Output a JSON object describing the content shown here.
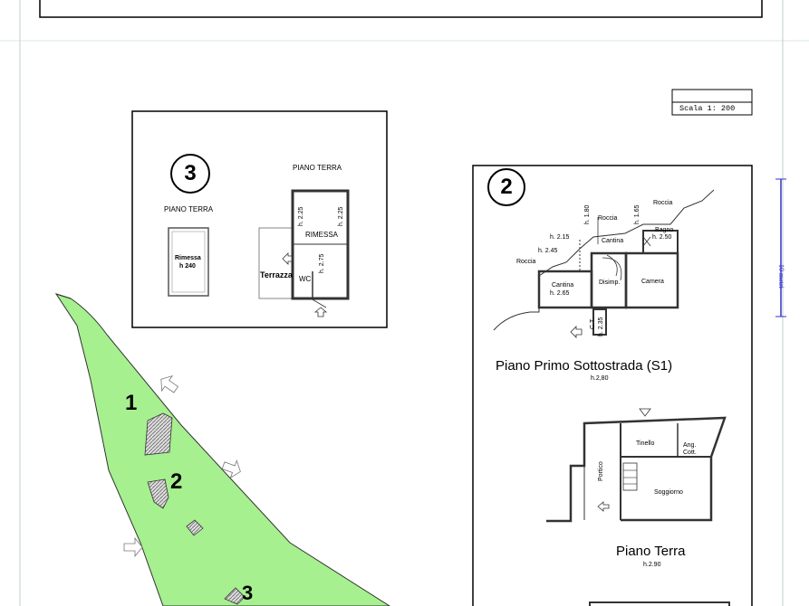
{
  "scale": {
    "label": "Scala 1: 200"
  },
  "scale_bar": {
    "label": "10 metri"
  },
  "plan3": {
    "number": "3",
    "left_title": "PIANO TERRA",
    "right_title": "PIANO TERRA",
    "rimessa_left": "Rimessa",
    "rimessa_left_h": "h 240",
    "rimessa_right": "RIMESSA",
    "terrazza": "Terrazza",
    "wc": "WC",
    "h225a": "h. 2.25",
    "h225b": "h. 2.25",
    "h275": "h. 2.75"
  },
  "plan2": {
    "number": "2",
    "roccia1": "Roccia",
    "roccia2": "Roccia",
    "roccia3": "Roccia",
    "h180": "h. 1.80",
    "h165": "h. 1.65",
    "h215": "h. 2.15",
    "h245": "h. 2.45",
    "cantina_top": "Cantina",
    "bagno": "Bagno",
    "bagno_h": "h. 2.50",
    "cantina": "Cantina",
    "cantina_h": "h. 2.65",
    "disimp": "Disimp.",
    "camera": "Camera",
    "ct": "C.T.",
    "ct_h": "h. 2.35",
    "level1_title": "Piano Primo Sottostrada (S1)",
    "level1_h": "h.2,80",
    "tinello": "Tinello",
    "ang_cott": "Ang. Cott.",
    "portico": "Portico",
    "soggiorno": "Soggiorno",
    "level2_title": "Piano Terra",
    "level2_h": "h.2.90"
  },
  "map": {
    "label1": "1",
    "label2": "2",
    "label3": "3"
  },
  "colors": {
    "parcel": "#a6f08f",
    "hatch": "#666666"
  }
}
